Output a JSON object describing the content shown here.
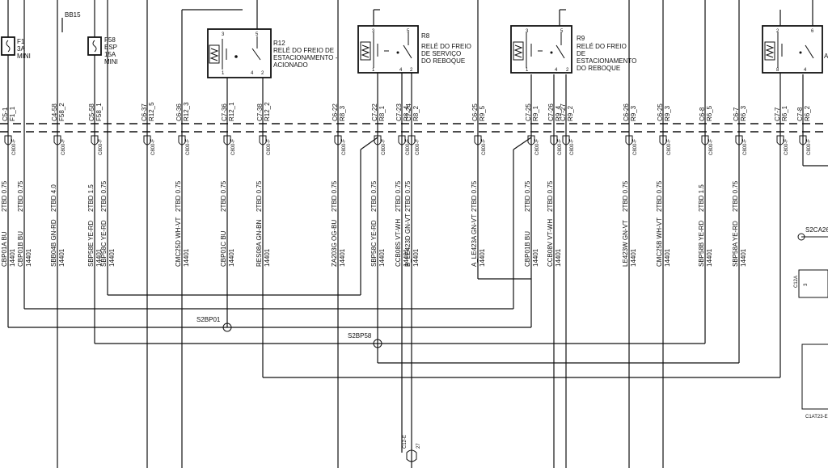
{
  "fuses": [
    {
      "id": "F1",
      "rating": "3A",
      "type": "MINI"
    },
    {
      "id": "F58",
      "name": "ESP",
      "rating": "15A",
      "type": "MINI"
    }
  ],
  "top_label": "BB15",
  "relays": [
    {
      "id": "R12",
      "line1": "RELÉ DO FREIO DE",
      "line2": "ESTACIONAMENTO -",
      "line3": "ACIONADO",
      "pins": [
        "3",
        "5",
        "1",
        "4",
        "2"
      ]
    },
    {
      "id": "R8",
      "line1": "RELÉ DO FREIO",
      "line2": "DE SERVIÇO",
      "line3": "DO REBOQUE",
      "pins": [
        "3",
        "5",
        "1",
        "4",
        "2"
      ]
    },
    {
      "id": "R9",
      "line1": "RELÉ DO FREIO",
      "line2": "DE",
      "line3": "ESTACIONAMENTO",
      "line4": "DO REBOQUE",
      "pins": [
        "3",
        "5",
        "1",
        "4",
        "2"
      ]
    },
    {
      "id": "",
      "line1": "A",
      "pins": [
        "2",
        "6",
        "8",
        "4"
      ]
    }
  ],
  "pin_labels": [
    "C5-1",
    "F1_1",
    "C4-58",
    "F58_2",
    "C5-58",
    "F58_1",
    "C6-37",
    "R12_5",
    "C6-36",
    "R12_3",
    "C7-36",
    "R12_1",
    "C7-38",
    "R12_2",
    "C6-22",
    "R8_3",
    "C7-22",
    "R8_1",
    "C7-23",
    "R8_4",
    "C7-24",
    "R8_2",
    "C6-25",
    "R9_5",
    "C7-25",
    "R9_1",
    "C7-26",
    "R9_4",
    "C7-27",
    "R9_2",
    "C6-26",
    "R9_3",
    "C6-25",
    "R9_3",
    "C6-8",
    "R6_5",
    "C6-7",
    "R6_3",
    "C7-7",
    "R6_1",
    "C7-8",
    "R6_2"
  ],
  "connector_label": "C800-F",
  "wires": [
    {
      "spec": "2TBD  0.75",
      "circuit": "CBP01A",
      "color": "BU",
      "ref": "14401"
    },
    {
      "spec": "2TBD  0.75",
      "circuit": "CBP01B",
      "color": "BU",
      "ref": "14401"
    },
    {
      "spec": "2TBD  4.0",
      "circuit": "SBB04B",
      "color": "GN-RD",
      "ref": "14401"
    },
    {
      "spec": "2TBD  1.5",
      "circuit": "SBP58E",
      "color": "YE-RD",
      "ref": "14401"
    },
    {
      "spec": "2TBD  0.75",
      "circuit": "SBP58C",
      "color": "YE-RD",
      "ref": "14401"
    },
    {
      "spec": "2TBD  0.75",
      "circuit": "CMC25D",
      "color": "WH-VT",
      "ref": "14401"
    },
    {
      "spec": "2TBD  0.75",
      "circuit": "CBP01C",
      "color": "BU",
      "ref": "14401"
    },
    {
      "spec": "2TBD  0.75",
      "circuit": "RES08A",
      "color": "GN-BN",
      "ref": "14401"
    },
    {
      "spec": "2TBD  0.75",
      "circuit": "ZA203G",
      "color": "OG-BU",
      "ref": "14401"
    },
    {
      "spec": "2TBD  0.75",
      "circuit": "SBP58C",
      "color": "YE-RD",
      "ref": "14401"
    },
    {
      "spec": "2TBD  0.75",
      "circuit": "CCB08S",
      "color": "VT-WH",
      "ref": "14401"
    },
    {
      "spec": "2TBD  0.75",
      "circuit": "B_LE423D",
      "color": "GN-VT",
      "ref": "14401"
    },
    {
      "spec": "2TBD  0.75",
      "circuit": "A_LE423A",
      "color": "GN-VT",
      "ref": "14401"
    },
    {
      "spec": "2TBD  0.75",
      "circuit": "CBP01B",
      "color": "BU",
      "ref": "14401"
    },
    {
      "spec": "2TBD  0.75",
      "circuit": "CCB08V",
      "color": "VT-WH",
      "ref": "14401"
    },
    {
      "spec": "2TBD  0.75",
      "circuit": "LE423W",
      "color": "GN-VT",
      "ref": "14401"
    },
    {
      "spec": "2TBD  0.75",
      "circuit": "CMC25B",
      "color": "WH-VT",
      "ref": "14401"
    },
    {
      "spec": "2TBD  1.5",
      "circuit": "SBP58B",
      "color": "YE-RD",
      "ref": "14401"
    },
    {
      "spec": "2TBD  0.75",
      "circuit": "SBP58A",
      "color": "YE-RD",
      "ref": "14401"
    }
  ],
  "splices": [
    "S2BP01",
    "S2BP58",
    "S2CA26"
  ],
  "right_connector": {
    "pin": "C12A",
    "num": "3"
  },
  "bottom_connector": {
    "pin": "C12-E",
    "num": "27"
  },
  "bottom_right_label": "C1AT23-E"
}
